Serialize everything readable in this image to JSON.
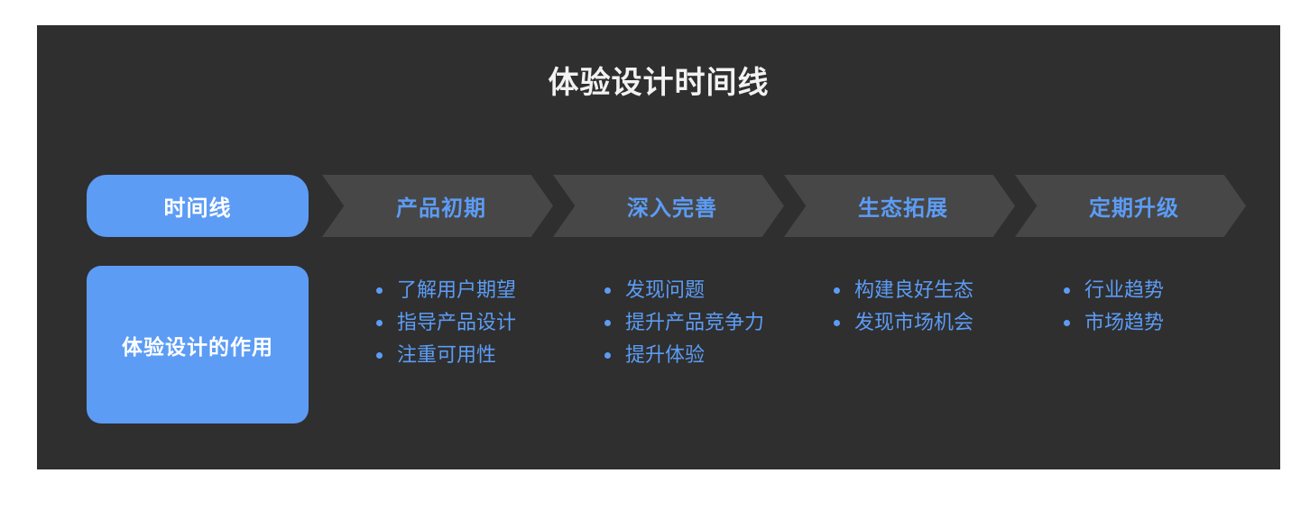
{
  "theme": {
    "page_background": "#ffffff",
    "panel_background": "#2f2f2f",
    "accent_blue": "#5c9cf5",
    "chevron_gray": "#474747",
    "title_color": "#f2f2f2"
  },
  "title": "体验设计时间线",
  "stage_row": {
    "leading_label": "时间线",
    "stages": [
      {
        "label": "产品初期"
      },
      {
        "label": "深入完善"
      },
      {
        "label": "生态拓展"
      },
      {
        "label": "定期升级"
      }
    ]
  },
  "detail_row": {
    "leading_label": "体验设计的作用",
    "columns": [
      {
        "items": [
          "了解用户期望",
          "指导产品设计",
          "注重可用性"
        ]
      },
      {
        "items": [
          "发现问题",
          "提升产品竞争力",
          "提升体验"
        ]
      },
      {
        "items": [
          "构建良好生态",
          "发现市场机会"
        ]
      },
      {
        "items": [
          "行业趋势",
          "市场趋势"
        ]
      }
    ]
  }
}
